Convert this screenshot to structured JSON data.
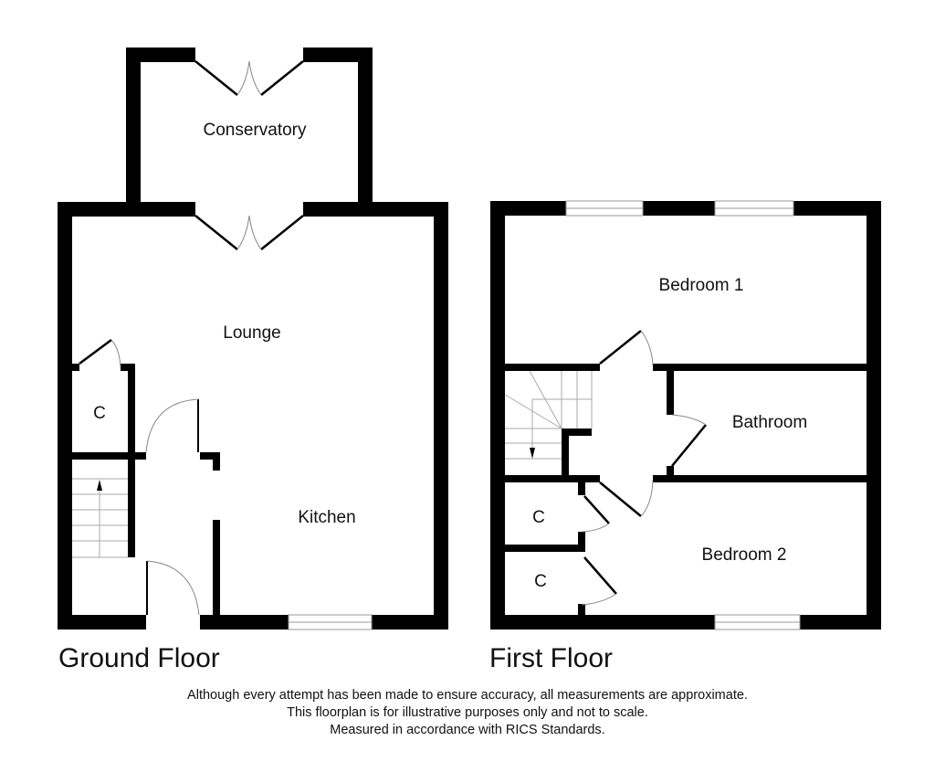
{
  "floors": [
    {
      "title": "Ground Floor",
      "rooms": [
        {
          "name": "Conservatory"
        },
        {
          "name": "Lounge"
        },
        {
          "name": "Kitchen"
        },
        {
          "name": "C"
        }
      ]
    },
    {
      "title": "First Floor",
      "rooms": [
        {
          "name": "Bedroom 1"
        },
        {
          "name": "Bathroom"
        },
        {
          "name": "Bedroom 2"
        },
        {
          "name": "C"
        },
        {
          "name": "C"
        }
      ]
    }
  ],
  "disclaimer": [
    "Although every attempt has been made to ensure accuracy, all measurements are approximate.",
    "This floorplan is for illustrative purposes only and not to scale.",
    "Measured in accordance with RICS Standards."
  ],
  "colors": {
    "wall": "#000000",
    "thin_line": "#888888",
    "background": "#ffffff"
  }
}
